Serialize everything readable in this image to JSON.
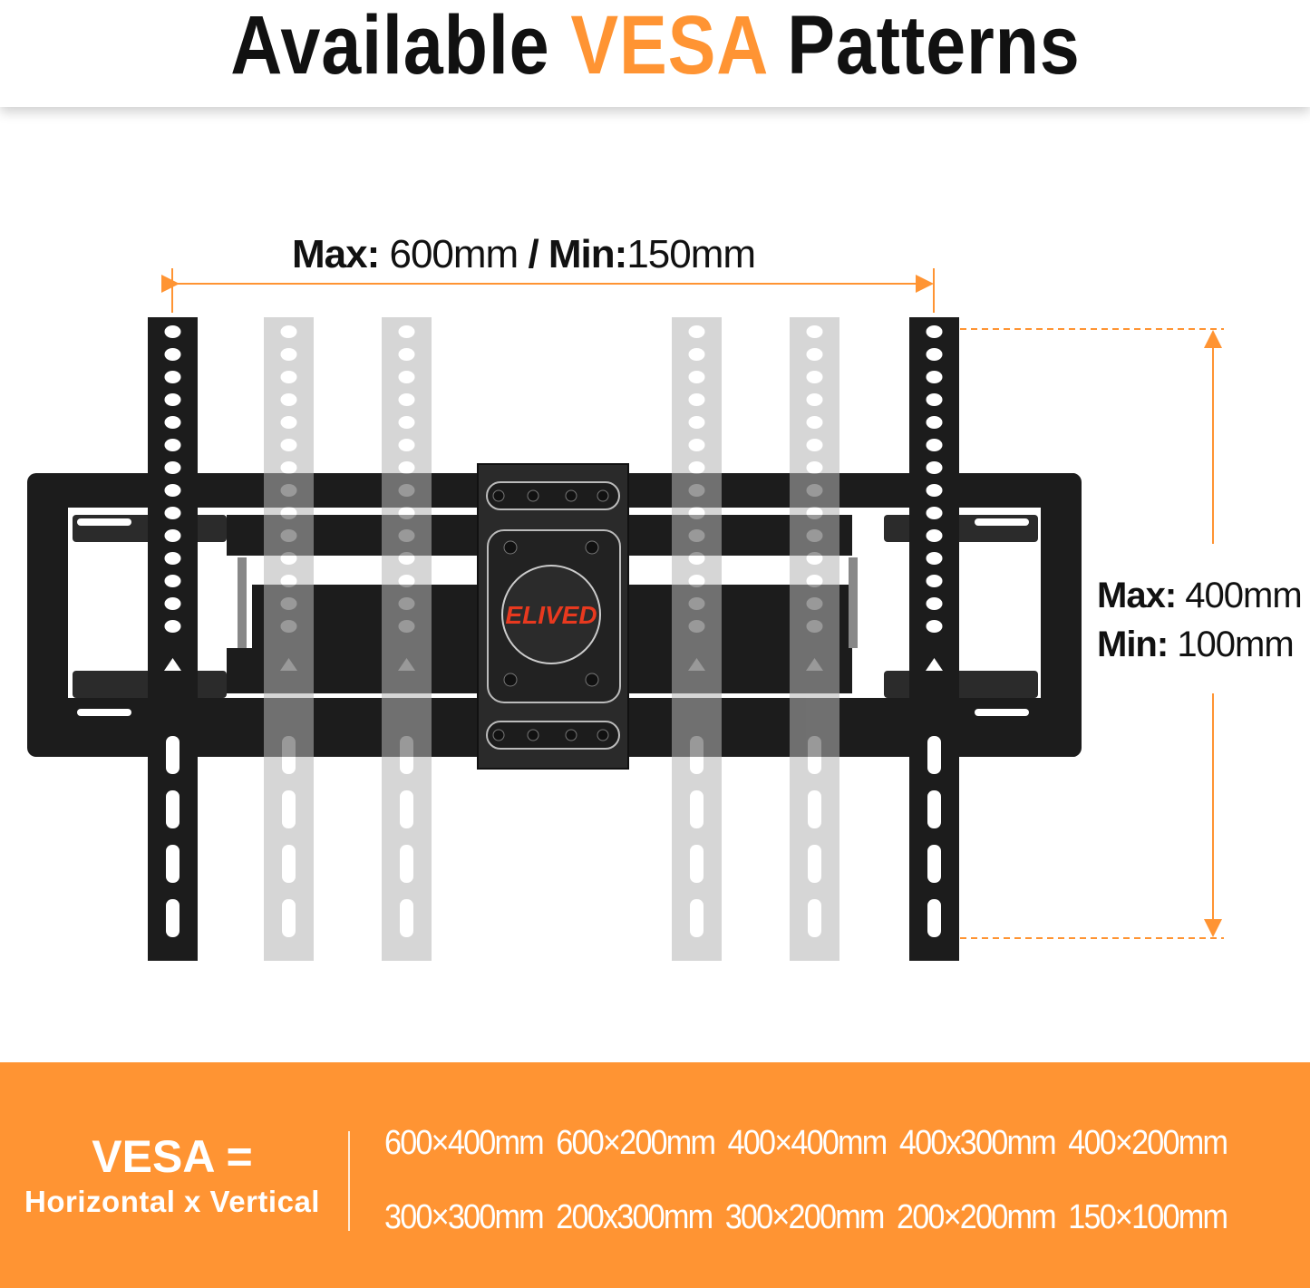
{
  "header": {
    "title_pre": "Available",
    "title_accent": "VESA",
    "title_post": "Patterns"
  },
  "dimensions": {
    "horizontal": {
      "max_label": "Max:",
      "max_value": "600mm",
      "separator": "/",
      "min_label": "Min:",
      "min_value": "150mm"
    },
    "vertical": {
      "max_label": "Max:",
      "max_value": "400mm",
      "min_label": "Min:",
      "min_value": "100mm"
    }
  },
  "logo": "ELIVED",
  "footer": {
    "vesa_label": "VESA =",
    "vesa_sub": "Horizontal x Vertical",
    "patterns_row1": [
      "600×400mm",
      "600×200mm",
      "400×400mm",
      "400x300mm",
      "400×200mm"
    ],
    "patterns_row2": [
      "300×300mm",
      "200x300mm",
      "300×200mm",
      "200×200mm",
      "150×100mm"
    ]
  },
  "colors": {
    "accent": "#FF9433",
    "mount": "#1c1c1c",
    "ghost": "#c8c8c8"
  }
}
